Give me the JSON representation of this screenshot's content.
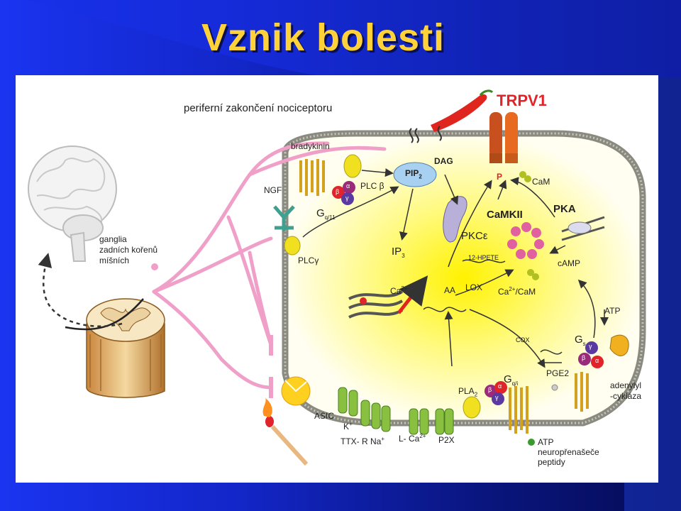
{
  "slide": {
    "title": "Vznik bolesti",
    "colors": {
      "background": "#1326c8",
      "title": "#ffd23a",
      "membrane": "#8a8a80",
      "nerve": "#f0a0c8"
    }
  },
  "diagram": {
    "labels": {
      "peripheral": "periferní zakončení nociceptoru",
      "trpv1": "TRPV1",
      "bradykinin": "bradykinin",
      "ngf": "NGF",
      "ganglia_1": "ganglia",
      "ganglia_2": "zadních kořenů",
      "ganglia_3": "míšních",
      "plc_beta": "PLC β",
      "pip2": "PIP",
      "pip2_sub": "2",
      "dag": "DAG",
      "p": "P",
      "cam": "CaM",
      "gq11": "G",
      "gq11_sub": "q/11",
      "camkii": "CaMKII",
      "pka": "PKA",
      "pkce": "PKCε",
      "plcg": "PLCγ",
      "ip3": "IP",
      "ip3_sub": "3",
      "hpete": "12-HPETE",
      "camp": "cAMP",
      "lox": "LOX",
      "ca": "Ca",
      "ca_sup": "2+",
      "aa": "AA",
      "ca_cam": "Ca",
      "ca_cam_sup": "2+",
      "ca_cam_tail": "/CaM",
      "atp_top": "ATP",
      "cox": "COX",
      "gs": "G",
      "gs_sub": "s",
      "gqi": "G",
      "gqi_sub": "q/i",
      "pge2": "PGE2",
      "adenylyl_1": "adenylyl",
      "adenylyl_2": "-cykláza",
      "pla2": "PLA",
      "pla2_sub": "2",
      "asic": "ASIC",
      "k": "K",
      "k_sup": "+",
      "ttx": "TTX- R Na",
      "ttx_sup": "+",
      "lca": "L- Ca",
      "lca_sup": "2+",
      "p2x": "P2X",
      "atp_bottom": "ATP",
      "neuro": "neuropřenašeče",
      "peptidy": "peptidy",
      "alpha": "α",
      "beta": "β",
      "gamma": "γ"
    }
  }
}
